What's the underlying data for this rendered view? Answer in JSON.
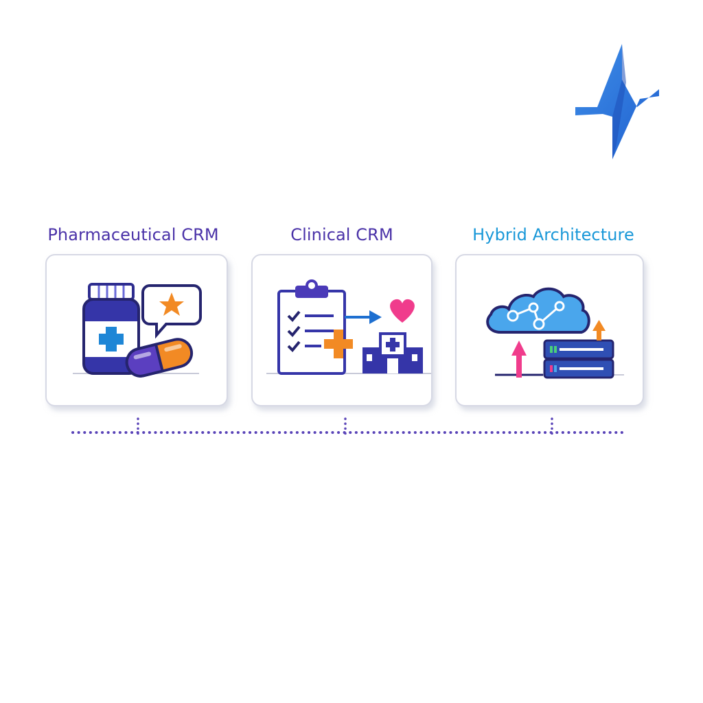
{
  "columns": [
    {
      "title": "Pharmaceutical CRM",
      "icon": "pharma-icon"
    },
    {
      "title": "Clinical CRM",
      "icon": "clinical-icon"
    },
    {
      "title": "Hybrid Architecture",
      "icon": "hybrid-architecture-icon"
    }
  ],
  "colors": {
    "purple": "#4a32a8",
    "navy": "#2e2d8f",
    "blue": "#1a98d8",
    "orange": "#f28a24",
    "pink": "#f03c8c"
  }
}
